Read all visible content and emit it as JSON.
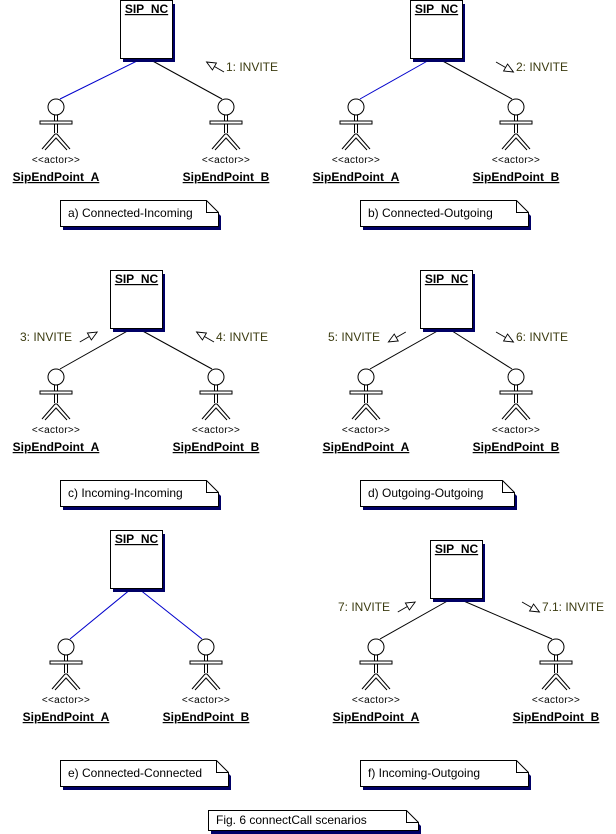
{
  "figure": {
    "caption": "Fig. 6 connectCall scenarios"
  },
  "colors": {
    "connected_link": "#0000cc",
    "plain_link": "#000000",
    "shadow": "#000066",
    "message_text": "#3b3b10"
  },
  "panels": [
    {
      "id": "a",
      "object": "SIP_NC",
      "actor_a": {
        "stereotype": "<<actor>>",
        "name": "SipEndPoint_A"
      },
      "actor_b": {
        "stereotype": "<<actor>>",
        "name": "SipEndPoint_B"
      },
      "link_a_state": "connected",
      "link_b_state": "plain",
      "messages": [
        {
          "label": "1: INVITE",
          "link": "b",
          "direction": "to-object"
        }
      ],
      "note": "a) Connected-Incoming"
    },
    {
      "id": "b",
      "object": "SIP_NC",
      "actor_a": {
        "stereotype": "<<actor>>",
        "name": "SipEndPoint_A"
      },
      "actor_b": {
        "stereotype": "<<actor>>",
        "name": "SipEndPoint_B"
      },
      "link_a_state": "connected",
      "link_b_state": "plain",
      "messages": [
        {
          "label": "2: INVITE",
          "link": "b",
          "direction": "to-actor"
        }
      ],
      "note": "b) Connected-Outgoing"
    },
    {
      "id": "c",
      "object": "SIP_NC",
      "actor_a": {
        "stereotype": "<<actor>>",
        "name": "SipEndPoint_A"
      },
      "actor_b": {
        "stereotype": "<<actor>>",
        "name": "SipEndPoint_B"
      },
      "link_a_state": "plain",
      "link_b_state": "plain",
      "messages": [
        {
          "label": "3: INVITE",
          "link": "a",
          "direction": "to-object"
        },
        {
          "label": "4: INVITE",
          "link": "b",
          "direction": "to-object"
        }
      ],
      "note": "c) Incoming-Incoming"
    },
    {
      "id": "d",
      "object": "SIP_NC",
      "actor_a": {
        "stereotype": "<<actor>>",
        "name": "SipEndPoint_A"
      },
      "actor_b": {
        "stereotype": "<<actor>>",
        "name": "SipEndPoint_B"
      },
      "link_a_state": "plain",
      "link_b_state": "plain",
      "messages": [
        {
          "label": "5: INVITE",
          "link": "a",
          "direction": "to-actor"
        },
        {
          "label": "6: INVITE",
          "link": "b",
          "direction": "to-actor"
        }
      ],
      "note": "d) Outgoing-Outgoing"
    },
    {
      "id": "e",
      "object": "SIP_NC",
      "actor_a": {
        "stereotype": "<<actor>>",
        "name": "SipEndPoint_A"
      },
      "actor_b": {
        "stereotype": "<<actor>>",
        "name": "SipEndPoint_B"
      },
      "link_a_state": "connected",
      "link_b_state": "connected",
      "messages": [],
      "note": "e) Connected-Connected"
    },
    {
      "id": "f",
      "object": "SIP_NC",
      "actor_a": {
        "stereotype": "<<actor>>",
        "name": "SipEndPoint_A"
      },
      "actor_b": {
        "stereotype": "<<actor>>",
        "name": "SipEndPoint_B"
      },
      "link_a_state": "plain",
      "link_b_state": "plain",
      "messages": [
        {
          "label": "7: INVITE",
          "link": "a",
          "direction": "to-object"
        },
        {
          "label": "7.1: INVITE",
          "link": "b",
          "direction": "to-actor"
        }
      ],
      "note": "f) Incoming-Outgoing"
    }
  ]
}
